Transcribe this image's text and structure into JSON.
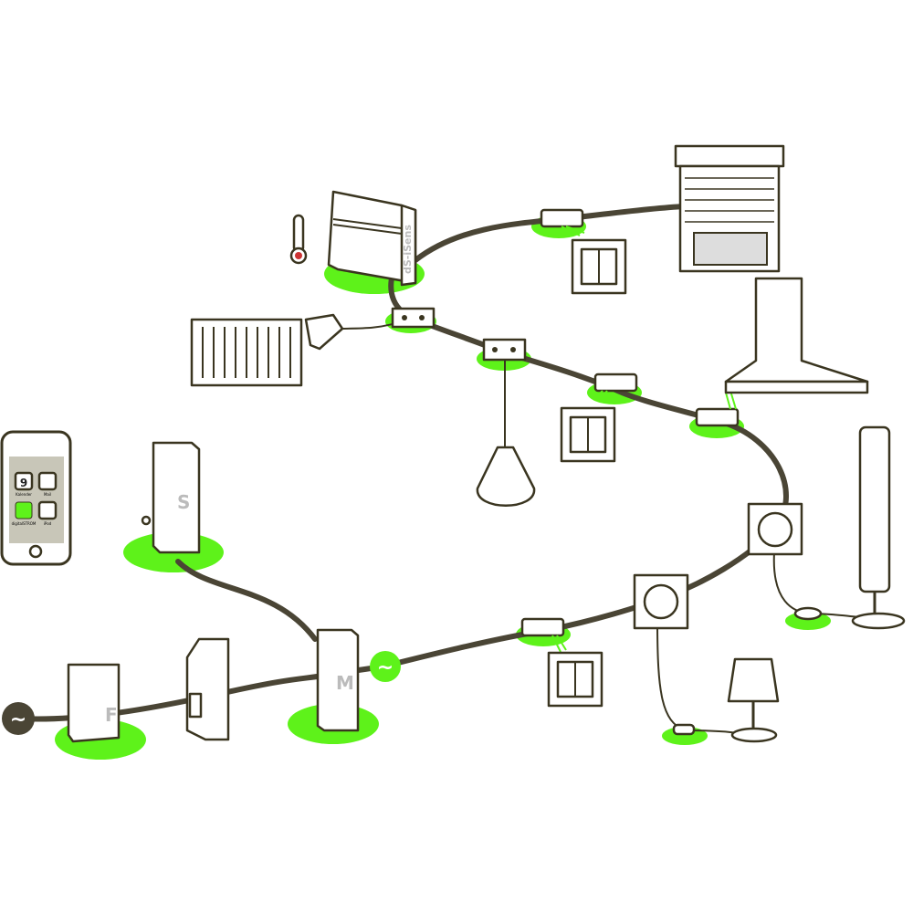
{
  "colors": {
    "accent": "#5ef21a",
    "cable": "#4a4535",
    "outline": "#3a3520"
  },
  "devices": {
    "sensor_label": "dS-iSens",
    "module_s": "S",
    "module_m": "M",
    "module_f": "F",
    "ac_symbol": "~"
  },
  "phone": {
    "calendar_day": "9",
    "apps": [
      "Kalender",
      "Mail",
      "digitalSTROM",
      "iPod"
    ]
  }
}
